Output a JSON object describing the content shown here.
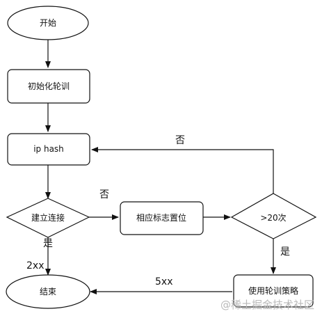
{
  "nodes": {
    "start": "开始",
    "init": "初始化轮训",
    "iphash": "ip hash",
    "connect": "建立连接",
    "mark": "相应标志置位",
    "check": ">20次",
    "policy": "使用轮训策略",
    "end": "结束"
  },
  "edges": {
    "connect_no": "否",
    "connect_yes": "是",
    "code_2xx": "2xx",
    "check_no": "否",
    "check_yes": "是",
    "code_5xx": "5xx"
  },
  "watermark": "@稀土掘金技术社区",
  "colors": {
    "stroke": "#111111",
    "fill": "#ffffff",
    "watermark": "#b9b9b9"
  }
}
